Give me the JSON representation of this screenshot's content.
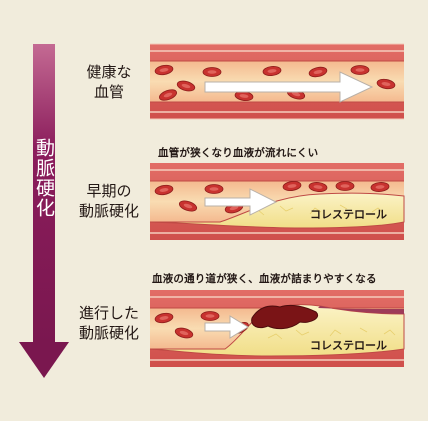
{
  "side_label": "動脈硬化",
  "stages": [
    {
      "label_line1": "健康な",
      "label_line2": "血管",
      "caption": "",
      "plaque_label": ""
    },
    {
      "label_line1": "早期の",
      "label_line2": "動脈硬化",
      "caption": "血管が狭くなり血液が流れにくい",
      "plaque_label": "コレステロール"
    },
    {
      "label_line1": "進行した",
      "label_line2": "動脈硬化",
      "caption": "血液の通り道が狭く、血液が詰まりやすくなる",
      "plaque_label": "コレステロール"
    }
  ],
  "colors": {
    "background": "#f1ecdc",
    "arrow": "#8b1d5c",
    "vessel_wall": "#d95f5a",
    "vessel_lumen": "#f7d3a7",
    "red_cell": "#c8322f",
    "plaque": "#f5e89e",
    "clot": "#7a1416"
  }
}
